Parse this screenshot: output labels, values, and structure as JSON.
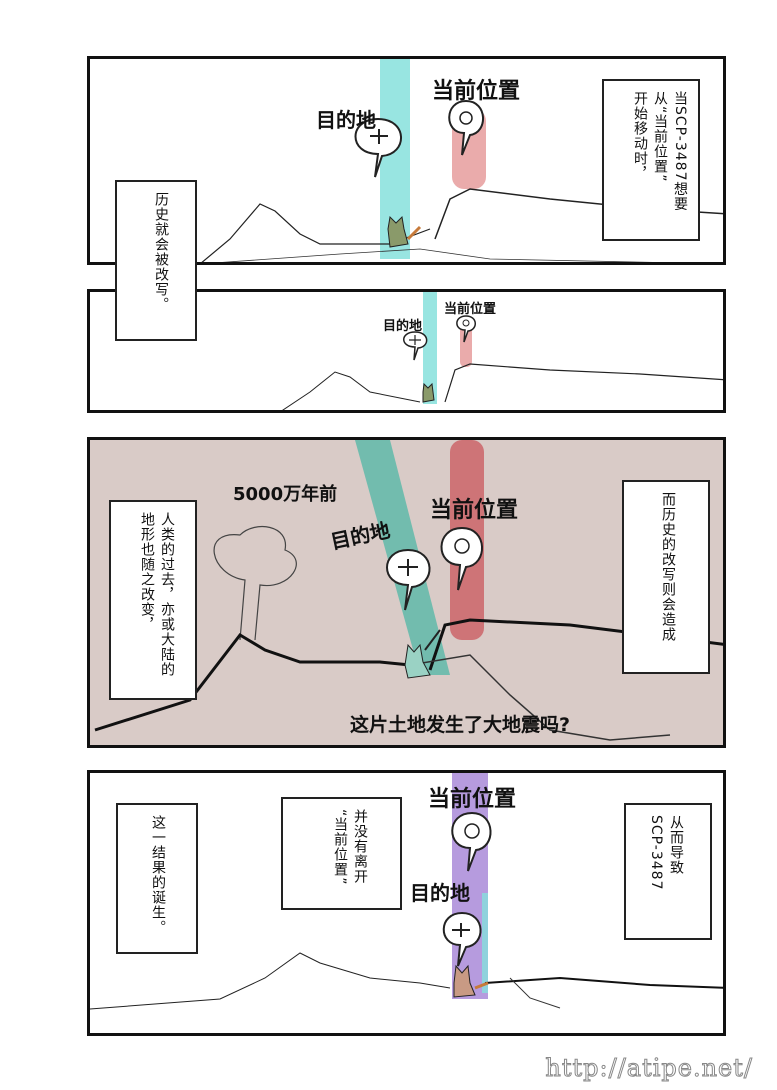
{
  "panels": [
    {
      "labels": {
        "destination": "目的地",
        "current": "当前位置"
      },
      "captions": [
        "当SCP-3487想要\n从“当前位置”\n开始移动时，",
        "历史就会被改写。"
      ]
    },
    {
      "labels": {
        "destination": "目的地",
        "current": "当前位置"
      }
    },
    {
      "labels": {
        "time": "5000万年前",
        "destination": "目的地",
        "current": "当前位置",
        "question": "这片土地发生了大地震吗?"
      },
      "captions": [
        "人类的过去，亦或大陆的\n地形也随之改变，",
        "而历史的改写则会造成"
      ]
    },
    {
      "labels": {
        "current": "当前位置",
        "destination": "目的地"
      },
      "captions": [
        "从而导致\nSCP-3487",
        "并没有离开\n“当前位置”",
        "这一结果的诞生。"
      ]
    }
  ],
  "watermark": "http://atipe.net/",
  "colors": {
    "teal": "#86e0dc",
    "red": "#e8a2a2",
    "purple": "#a98ad8",
    "panel3_bg": "#d9cbc7"
  },
  "icons": [
    "map-pin-cross-icon",
    "map-pin-circle-icon",
    "cat-figure"
  ]
}
